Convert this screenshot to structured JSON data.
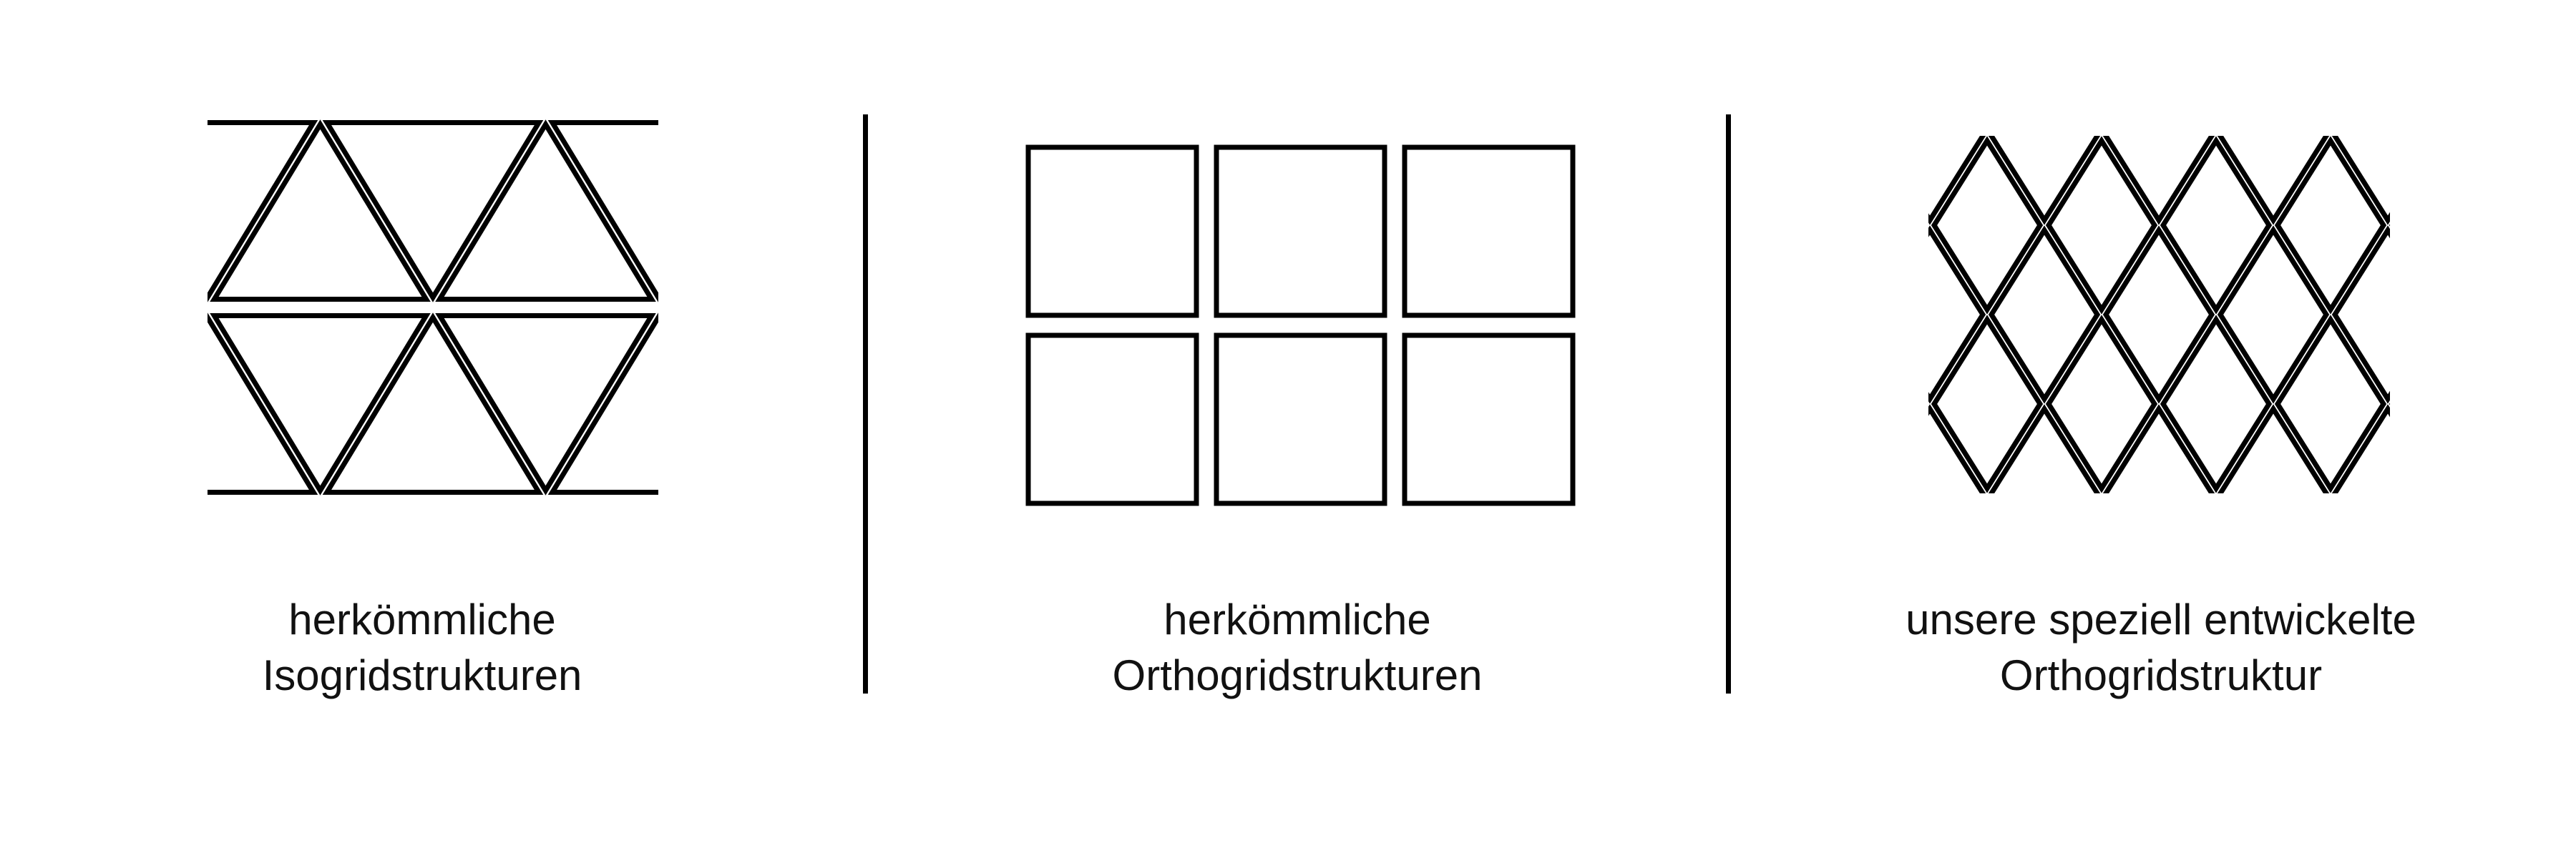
{
  "colors": {
    "line": "#000000",
    "background": "#ffffff",
    "text": "#111111"
  },
  "panels": [
    {
      "pattern": "isogrid-triangles-icon",
      "caption": [
        "herkömmliche",
        "Isogridstrukturen"
      ]
    },
    {
      "pattern": "orthogrid-squares-icon",
      "caption": [
        "herkömmliche",
        "Orthogridstrukturen"
      ]
    },
    {
      "pattern": "orthogrid-diamonds-icon",
      "caption": [
        "unsere speziell entwickelte",
        "Orthogridstruktur"
      ]
    }
  ]
}
